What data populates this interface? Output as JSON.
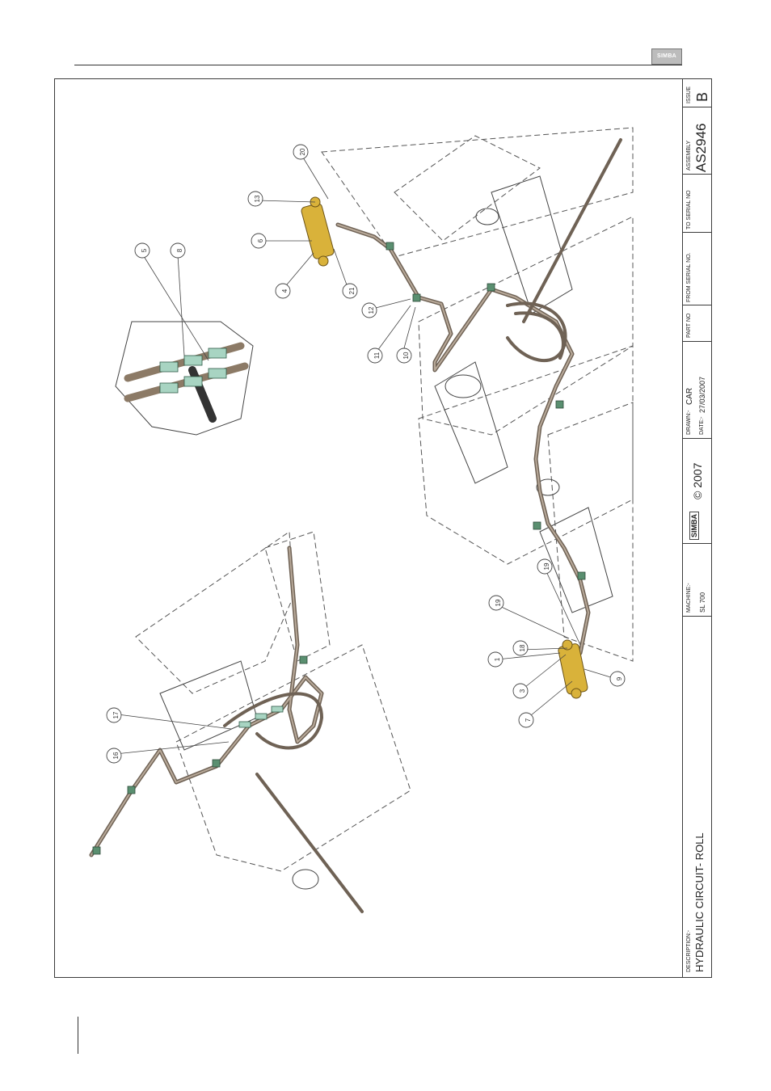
{
  "header": {
    "logo_text": "SIMBA"
  },
  "title_block": {
    "description_label": "DESCRIPTION:-",
    "description": "HYDRAULIC CIRCUIT- ROLL",
    "machine_label": "MACHINE:-",
    "machine": "SL 700",
    "brand": "SIMBA",
    "copyright": "© 2007",
    "drawn_label": "DRAWN:-",
    "drawn": "CAR",
    "date_label": "DATE:-",
    "date": "27/03/2007",
    "part_no_label": "PART NO",
    "from_serial_label": "FROM SERIAL NO.",
    "to_serial_label": "TO SERIAL NO",
    "assembly_label": "ASSEMBLY",
    "assembly": "AS2946",
    "issue_label": "ISSUE",
    "issue": "B"
  },
  "callouts": {
    "c1": "1",
    "c3": "3",
    "c4": "4",
    "c5": "5",
    "c6": "6",
    "c7": "7",
    "c8": "8",
    "c9": "9",
    "c10": "10",
    "c11": "11",
    "c12": "12",
    "c13": "13",
    "c16": "16",
    "c17": "17",
    "c18": "18",
    "c19": "19",
    "c20": "20",
    "c21": "21"
  },
  "colors": {
    "cylinder": "#d9b23a",
    "hose": "#9a8a78",
    "clamp": "#5a8f70",
    "fitting": "#a8d4c2",
    "line": "#3b3b3b"
  }
}
